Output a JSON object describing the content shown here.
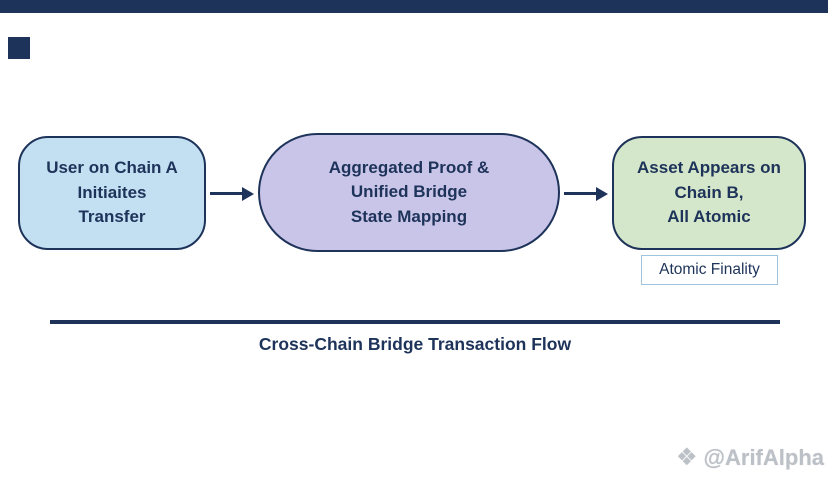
{
  "colors": {
    "navy": "#1e335a",
    "node_user_fill": "#c3dff2",
    "node_bridge_fill": "#c9c5e8",
    "node_asset_fill": "#d5e7ca",
    "badge_border": "#9fc3dd",
    "watermark_gray": "#bcc0c7"
  },
  "diagram": {
    "nodes": [
      {
        "id": "user-chain-a",
        "shape": "rounded",
        "fill": "#c3dff2",
        "lines": [
          "User on Chain A",
          "Initiaites",
          "Transfer"
        ]
      },
      {
        "id": "bridge-mapping",
        "shape": "pill",
        "fill": "#c9c5e8",
        "lines": [
          "Aggregated Proof &",
          "Unified Bridge",
          "State Mapping"
        ]
      },
      {
        "id": "asset-chain-b",
        "shape": "rounded",
        "fill": "#d5e7ca",
        "lines": [
          "Asset Appears on",
          "Chain B,",
          "All Atomic"
        ]
      }
    ],
    "badge_label": "Atomic Finality",
    "title": "Cross-Chain Bridge Transaction Flow",
    "watermark_icon": "❖",
    "watermark_text": "@ArifAlpha"
  }
}
